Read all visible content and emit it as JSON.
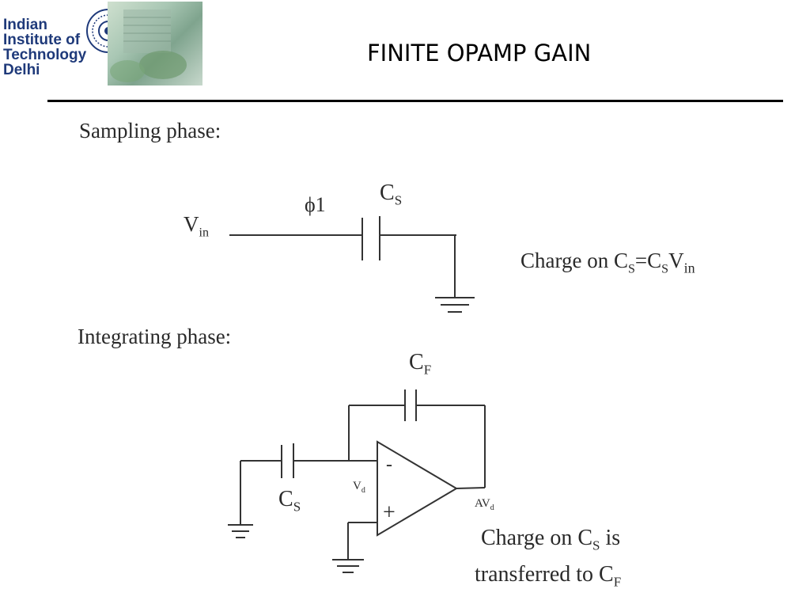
{
  "header": {
    "institute_lines": [
      "Indian",
      "Institute of",
      "Technology",
      "Delhi"
    ],
    "title": "FINITE OPAMP GAIN"
  },
  "sampling": {
    "heading": "Sampling phase:",
    "vin_label": "V",
    "vin_sub": "in",
    "phi_label": "ϕ1",
    "cap_label": "C",
    "cap_sub": "S",
    "charge_prefix": "Charge on C",
    "charge_sub1": "S",
    "charge_mid": "=C",
    "charge_sub2": "S",
    "charge_v": "V",
    "charge_sub3": "in"
  },
  "integrating": {
    "heading": "Integrating phase:",
    "cf_label": "C",
    "cf_sub": "F",
    "cs_label": "C",
    "cs_sub": "S",
    "vd_label": "V",
    "vd_sub": "d",
    "minus": "-",
    "plus": "+",
    "out_label": "AV",
    "out_sub": "d",
    "note_line1_prefix": "Charge on C",
    "note_line1_sub": "S",
    "note_line1_suffix": " is",
    "note_line2_prefix": "transferred to C",
    "note_line2_sub": "F"
  }
}
